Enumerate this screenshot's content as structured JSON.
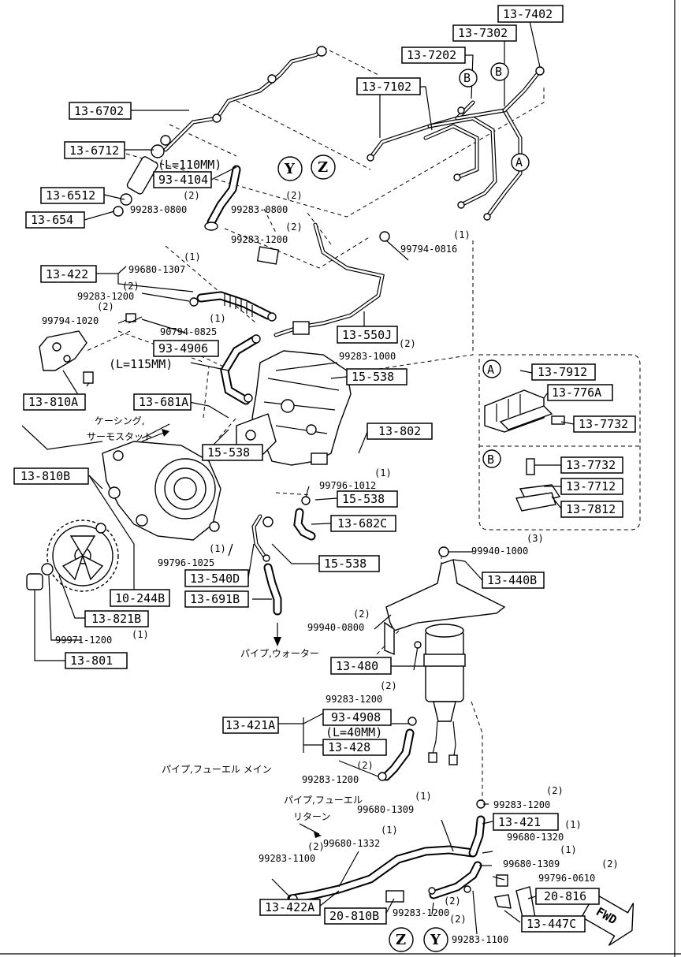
{
  "part_numbers": [
    "13-7402",
    "13-7302",
    "13-7202",
    "13-7102",
    "13-6702",
    "13-6712",
    "93-4104",
    "13-6512",
    "13-654",
    "13-422",
    "13-550J",
    "93-4906",
    "15-538",
    "13-810A",
    "13-681A",
    "15-538",
    "13-802",
    "13-810B",
    "15-538",
    "13-682C",
    "15-538",
    "13-540D",
    "13-691B",
    "10-244B",
    "13-821B",
    "13-801",
    "13-440B",
    "13-480",
    "93-4908",
    "13-421A",
    "13-428",
    "13-421",
    "20-816",
    "13-447C",
    "13-422A",
    "20-810B",
    "13-7912",
    "13-776A",
    "13-7732",
    "13-7732",
    "13-7712",
    "13-7812"
  ],
  "part_number_suffixes": {
    "13-550J": "(2)"
  },
  "fittings": [
    {
      "code": "99283-0800",
      "qty": "(2)"
    },
    {
      "code": "99283-0800",
      "qty": "(2)"
    },
    {
      "code": "99283-1200",
      "qty": "(2)"
    },
    {
      "code": "99794-0816",
      "qty": "(1)"
    },
    {
      "code": "99680-1307",
      "qty": "(1)"
    },
    {
      "code": "99283-1200",
      "qty": "(2)"
    },
    {
      "code": "99794-1020",
      "qty": "(2)"
    },
    {
      "code": "90794-0825",
      "qty": "(1)"
    },
    {
      "code": "99283-1000",
      "qty": ""
    },
    {
      "code": "99796-1012",
      "qty": "(1)"
    },
    {
      "code": "99796-1025",
      "qty": "(1)"
    },
    {
      "code": "99971-1200",
      "qty": "(1)"
    },
    {
      "code": "99940-1000",
      "qty": "(3)"
    },
    {
      "code": "99940-0800",
      "qty": "(2)"
    },
    {
      "code": "99283-1200",
      "qty": "(2)"
    },
    {
      "code": "99283-1200",
      "qty": "(2)"
    },
    {
      "code": "99283-1200",
      "qty": "(2)"
    },
    {
      "code": "99680-1309",
      "qty": "(1)"
    },
    {
      "code": "99680-1320",
      "qty": "(1)"
    },
    {
      "code": "99680-1309",
      "qty": "(1)"
    },
    {
      "code": "99796-0610",
      "qty": "(2)"
    },
    {
      "code": "99680-1332",
      "qty": "(1)"
    },
    {
      "code": "99283-1100",
      "qty": "(2)"
    },
    {
      "code": "99283-1200",
      "qty": "(2)"
    },
    {
      "code": "99283-1100",
      "qty": "(2)"
    }
  ],
  "length_notes": [
    "(L=110MM)",
    "(L=115MM)",
    "(L=40MM)"
  ],
  "callouts": {
    "A": "A",
    "B": "B",
    "Y": "Y",
    "Z": "Z"
  },
  "jp_labels": {
    "casing_thermostat_1": "ケーシング,",
    "casing_thermostat_2": "サーモスタット",
    "pipe_water": "パイプ,ウォーター",
    "pipe_fuel_main": "パイプ,フューエル メイン",
    "pipe_fuel_return_1": "パイプ,フューエル",
    "pipe_fuel_return_2": "リターン"
  },
  "fwd_label": "FWD",
  "inset": {
    "panel_a_label": "A",
    "panel_b_label": "B"
  }
}
